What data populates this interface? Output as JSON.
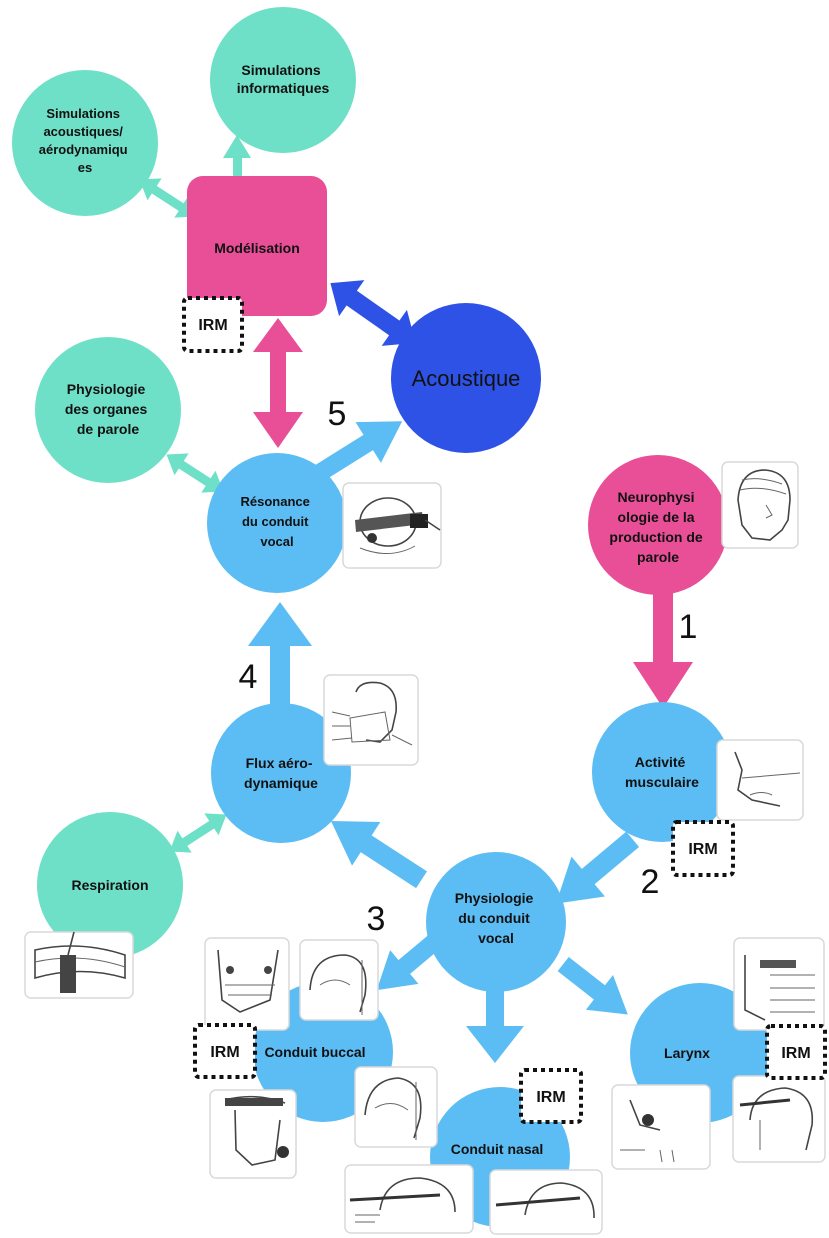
{
  "colors": {
    "teal": "#6ee0c7",
    "pink": "#e84f97",
    "dark_blue": "#2e52e6",
    "light_blue": "#5bbdf4",
    "irm_border": "#111111"
  },
  "nodes": {
    "simulations_informatiques": [
      "Simulations",
      "informatiques"
    ],
    "simulations_acoustiques": [
      "Simulations",
      "acoustiques/",
      "aérodynamiqu",
      "es"
    ],
    "modelisation": [
      "Modélisation"
    ],
    "acoustique": [
      "Acoustique"
    ],
    "physiologie_organes": [
      "Physiologie",
      "des organes",
      "de parole"
    ],
    "resonance": [
      "Résonance",
      "du conduit",
      "vocal"
    ],
    "neurophysiologie": [
      "Neurophysi",
      "ologie de la",
      "production de",
      "parole"
    ],
    "activite": [
      "Activité",
      "musculaire"
    ],
    "flux": [
      "Flux aéro-",
      "dynamique"
    ],
    "respiration": [
      "Respiration"
    ],
    "physiologie_conduit": [
      "Physiologie",
      "du conduit",
      "vocal"
    ],
    "conduit_buccal": [
      "Conduit buccal"
    ],
    "conduit_nasal": [
      "Conduit nasal"
    ],
    "larynx": [
      "Larynx"
    ]
  },
  "steps": [
    "1",
    "2",
    "3",
    "4",
    "5"
  ],
  "irm_label": "IRM",
  "icons": {
    "head_helmet": "head-with-helmet-sensor-icon",
    "face_profile": "face-profile-sketch-icon",
    "airflow_mask": "airflow-mask-sketch-icon",
    "mouth_sensor": "mouth-sensor-sketch-icon",
    "respiration_belt": "respiration-belt-icon"
  }
}
